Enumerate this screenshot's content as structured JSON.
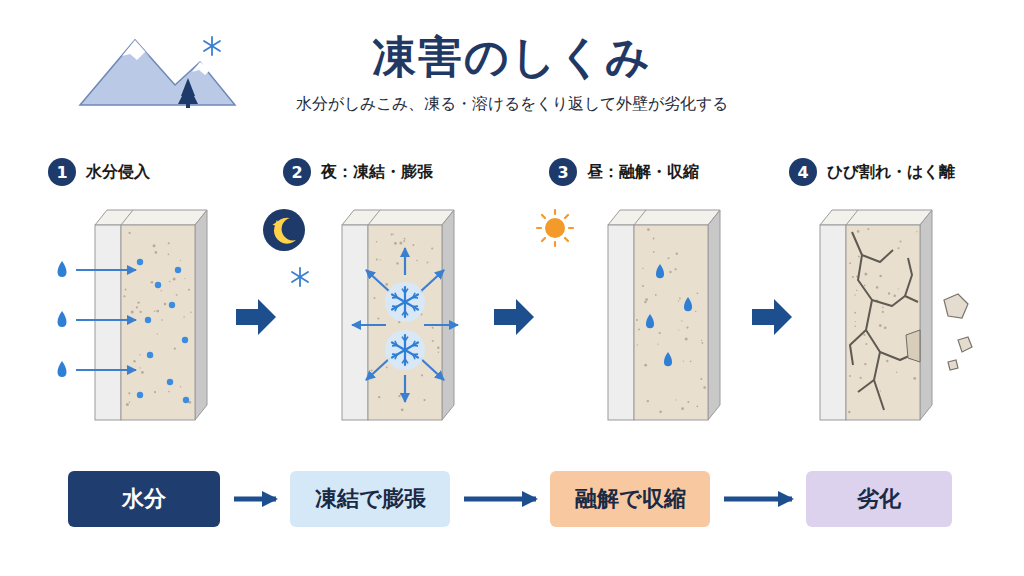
{
  "diagram": {
    "title": "凍害のしくみ",
    "nodes": [
      {
        "text": [
          "1",
          "水分侵入"
        ]
      },
      {
        "text": [
          "2",
          "夜：凍結・膨張"
        ]
      },
      {
        "text": [
          "3",
          "昼：融解・収縮"
        ]
      },
      {
        "text": [
          "4",
          "ひび割れ・はく離"
        ]
      },
      {
        "text": [
          "水分"
        ]
      },
      {
        "text": [
          "凍結で膨張"
        ]
      },
      {
        "text": [
          "融解で収縮"
        ]
      },
      {
        "text": [
          "劣化"
        ]
      }
    ],
    "edges": [
      {
        "from": 4,
        "to": 5,
        "arrow": "to"
      },
      {
        "from": 5,
        "to": 6,
        "arrow": "to"
      },
      {
        "from": 6,
        "to": 7,
        "arrow": "to"
      }
    ],
    "labels": [
      "水分がしみこみ、凍る・溶けるをくり返して外壁が劣化する"
    ]
  }
}
